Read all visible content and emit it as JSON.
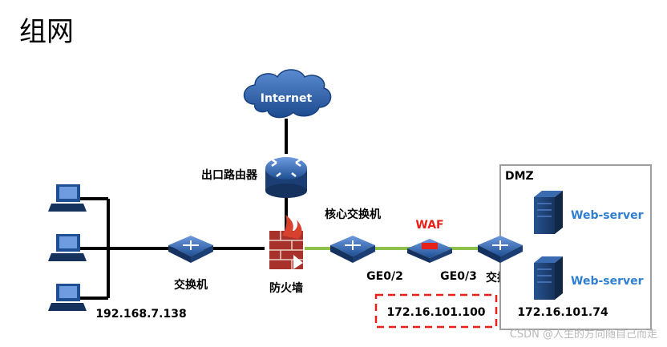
{
  "title": "组网",
  "internet_label": "Internet",
  "router_label": "出口路由器",
  "firewall_label": "防火墙",
  "left_switch_label": "交换机",
  "core_switch_label": "核心交换机",
  "waf_label": "WAF",
  "dmz_switch_label": "交换机",
  "port_ge02": "GE0/2",
  "port_ge03": "GE0/3",
  "lan_ip": "192.168.7.138",
  "waf_ip": "172.16.101.100",
  "dmz_ip": "172.16.101.74",
  "dmz_label": "DMZ",
  "server1_label": "Web-server",
  "server2_label": "Web-server",
  "watermark": "CSDN @人生的方向随自己而走",
  "colors": {
    "waf_red": "#e8201a",
    "server_blue": "#2f7fd1",
    "device_blue": "#1e4f93",
    "green_link": "#8ec04a",
    "dash_red": "#e8201a"
  }
}
